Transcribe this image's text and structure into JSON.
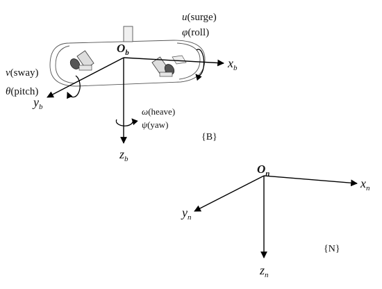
{
  "body_frame": {
    "frame_label": "{B}",
    "origin": {
      "main": "O",
      "sub": "b"
    },
    "x_axis": {
      "main": "x",
      "sub": "b"
    },
    "y_axis": {
      "main": "y",
      "sub": "b"
    },
    "z_axis": {
      "main": "z",
      "sub": "b"
    },
    "surge": {
      "symbol": "u",
      "name": "(surge)"
    },
    "roll": {
      "symbol": "φ",
      "name": "(roll)"
    },
    "sway": {
      "symbol": "v",
      "name": "(sway)"
    },
    "pitch": {
      "symbol": "θ",
      "name": "(pitch)"
    },
    "heave": {
      "symbol": "ω",
      "name": "(heave)"
    },
    "yaw": {
      "symbol": "ψ",
      "name": "(yaw)"
    }
  },
  "inertial_frame": {
    "frame_label": "{N}",
    "origin": {
      "main": "O",
      "sub": "n"
    },
    "x_axis": {
      "main": "x",
      "sub": "n"
    },
    "y_axis": {
      "main": "y",
      "sub": "n"
    },
    "z_axis": {
      "main": "z",
      "sub": "n"
    }
  }
}
